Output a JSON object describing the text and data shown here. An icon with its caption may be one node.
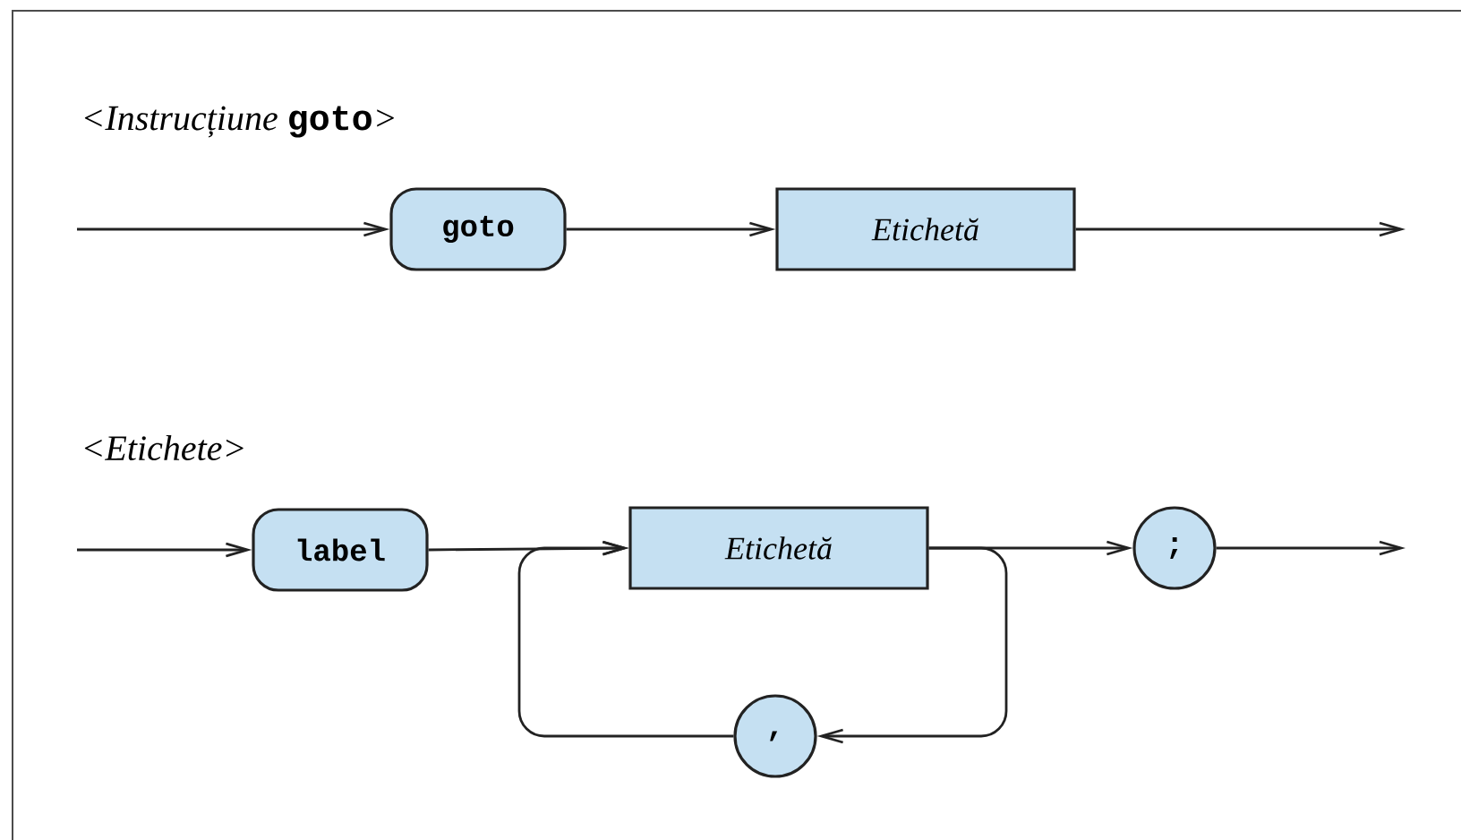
{
  "diagram": {
    "nodes": [
      {
        "text": [
          "goto"
        ]
      },
      {
        "text": [
          "Etichetă"
        ]
      },
      {
        "text": [
          "label"
        ]
      },
      {
        "text": [
          "Etichetă"
        ]
      },
      {
        "text": [
          ";"
        ]
      },
      {
        "text": [
          ","
        ]
      }
    ],
    "edges": [
      {
        "from": null,
        "to": 0,
        "arrow": "to"
      },
      {
        "from": 0,
        "to": 1,
        "arrow": "to"
      },
      {
        "from": 1,
        "to": null,
        "arrow": "to"
      },
      {
        "from": null,
        "to": 2,
        "arrow": "to"
      },
      {
        "from": 2,
        "to": 3,
        "arrow": "to"
      },
      {
        "from": 3,
        "to": 4,
        "arrow": "to"
      },
      {
        "from": 4,
        "to": null,
        "arrow": "to"
      },
      {
        "from": 3,
        "to": 5,
        "arrow": "to"
      },
      {
        "from": 5,
        "to": 3,
        "arrow": "to"
      }
    ],
    "labels": [
      "<Instrucțiune **goto**>",
      "<Etichete>"
    ]
  }
}
